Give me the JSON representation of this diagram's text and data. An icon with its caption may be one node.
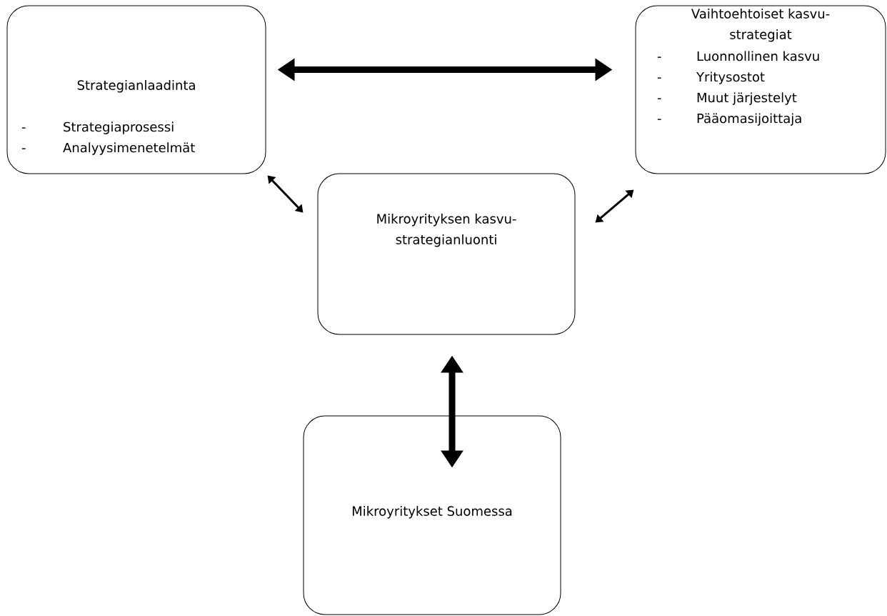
{
  "diagram": {
    "nodes": [
      {
        "text": [
          "Strategianlaadinta",
          "-",
          "Strategiaprosessi",
          "-",
          "Analyysimenetelmät"
        ]
      },
      {
        "text": [
          "Vaihtoehtoiset kasvu- strategiat",
          "-",
          "Luonnollinen kasvu",
          "-",
          "Yritysostot",
          "-",
          "Muut järjestelyt",
          "-",
          "Pääomasijoittaja"
        ]
      },
      {
        "text": [
          "Mikroyrityksen kasvu- strategianluonti"
        ]
      },
      {
        "text": [
          "Mikroyritykset Suomessa"
        ]
      }
    ],
    "edges": [
      {
        "from": 0,
        "to": 1,
        "arrow": "both",
        "style": "thick"
      },
      {
        "from": 0,
        "to": 2,
        "arrow": "both"
      },
      {
        "from": 1,
        "to": 2,
        "arrow": "both"
      },
      {
        "from": 2,
        "to": 3,
        "arrow": "both",
        "style": "thick"
      }
    ]
  }
}
